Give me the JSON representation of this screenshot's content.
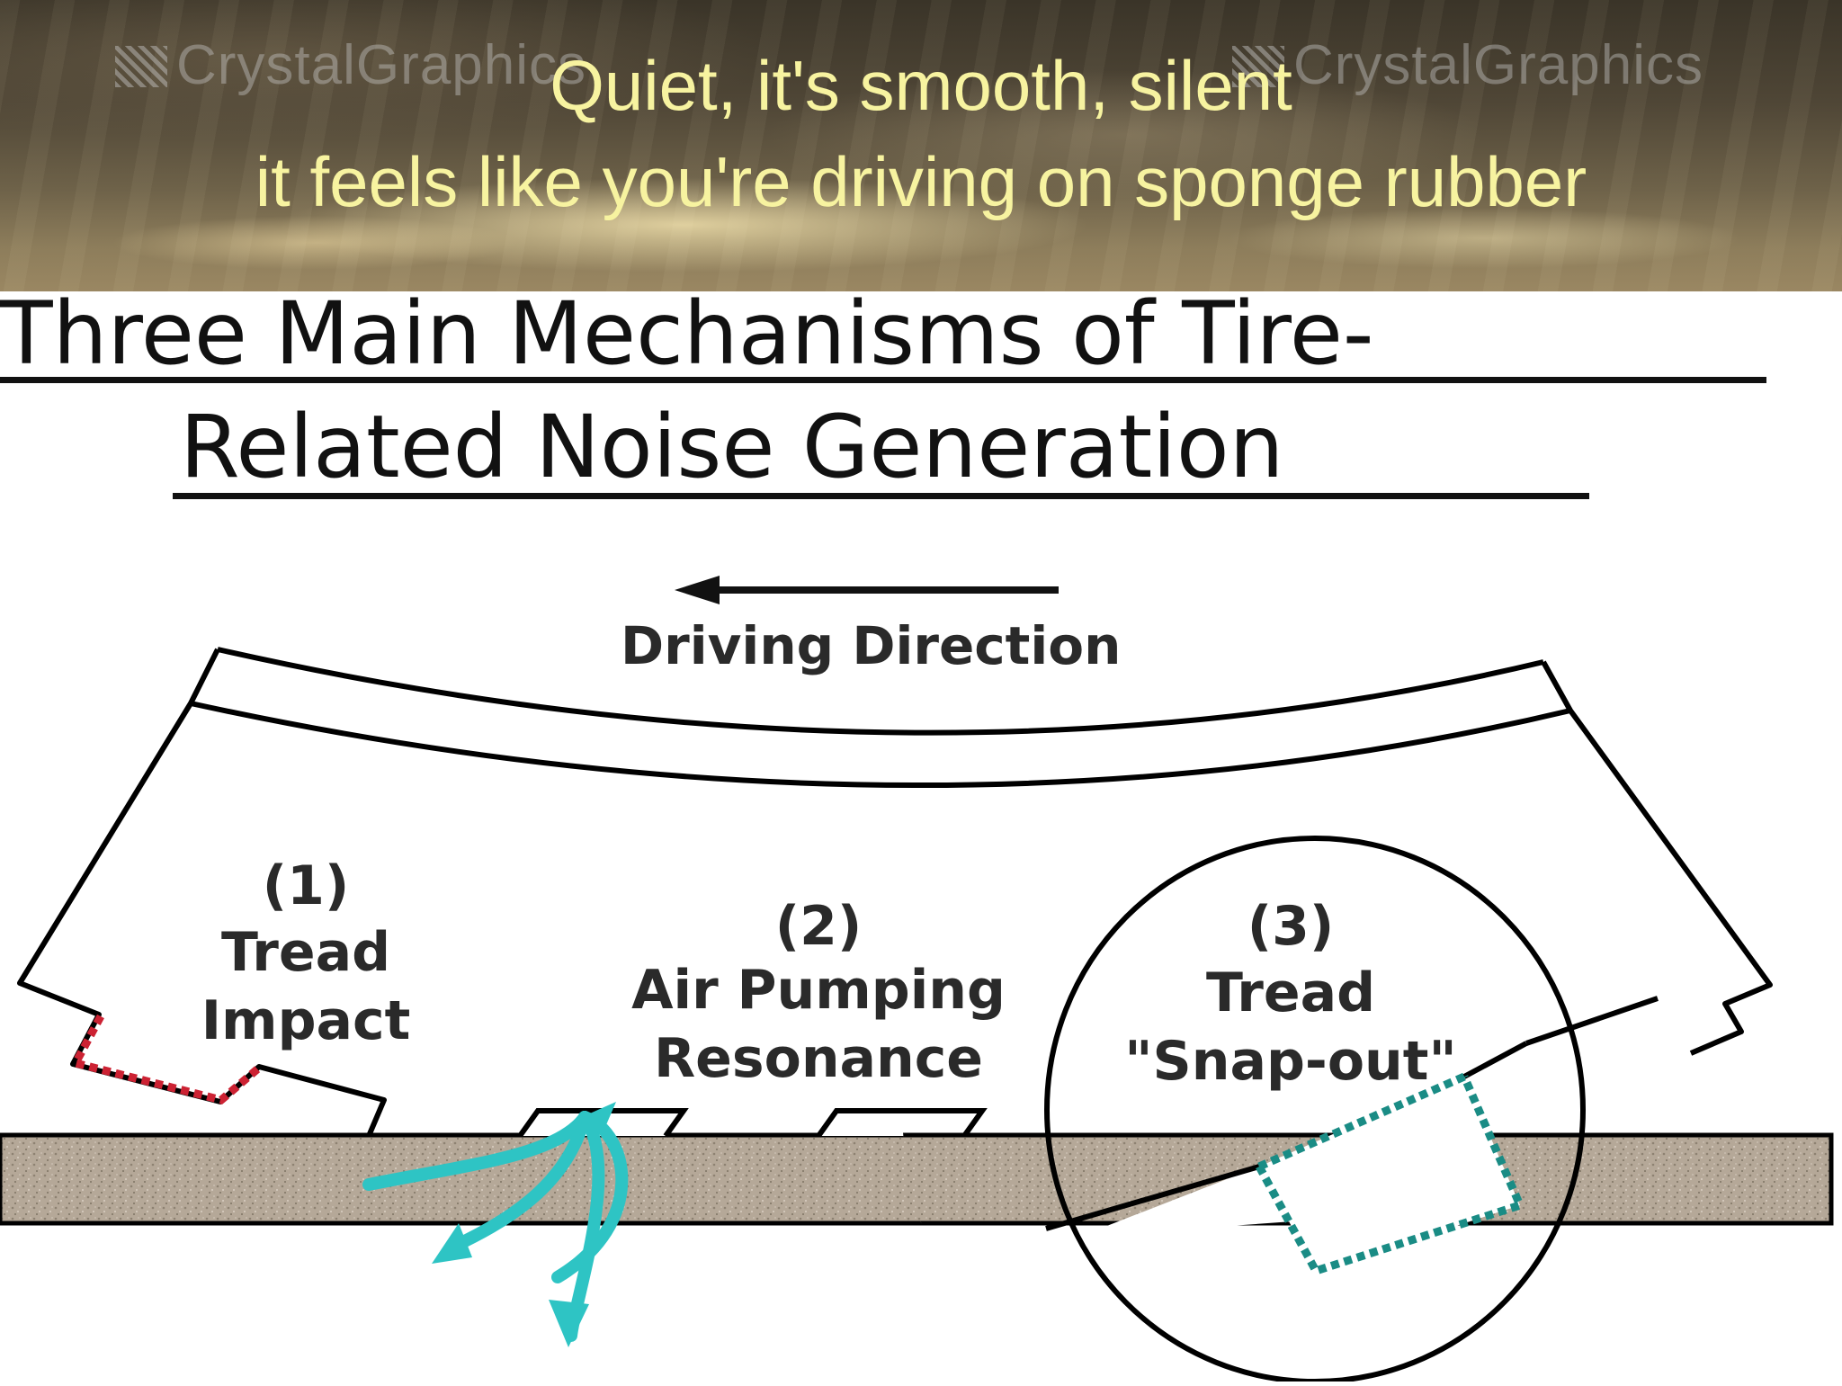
{
  "banner": {
    "watermark": "CrystalGraphics",
    "quote_line_1": "Quiet, it's smooth, silent",
    "quote_line_2": "it feels like you're driving on sponge rubber",
    "quote_color": "#f7f3a0"
  },
  "title": {
    "line_1": "Three Main Mechanisms of Tire-",
    "line_2": "Related Noise Generation"
  },
  "diagram": {
    "direction_label": "Driving Direction",
    "direction_arrow": "arrow-left",
    "mechanisms": [
      {
        "number": "(1)",
        "name_line_1": "Tread",
        "name_line_2": "Impact",
        "highlight_color": "#cc2233"
      },
      {
        "number": "(2)",
        "name_line_1": "Air Pumping",
        "name_line_2": "Resonance",
        "highlight_color": "#2ec4c4"
      },
      {
        "number": "(3)",
        "name_line_1": "Tread",
        "name_line_2": "\"Snap-out\"",
        "highlight_color": "#1a8c85"
      }
    ],
    "road_color": "#b5a898"
  }
}
